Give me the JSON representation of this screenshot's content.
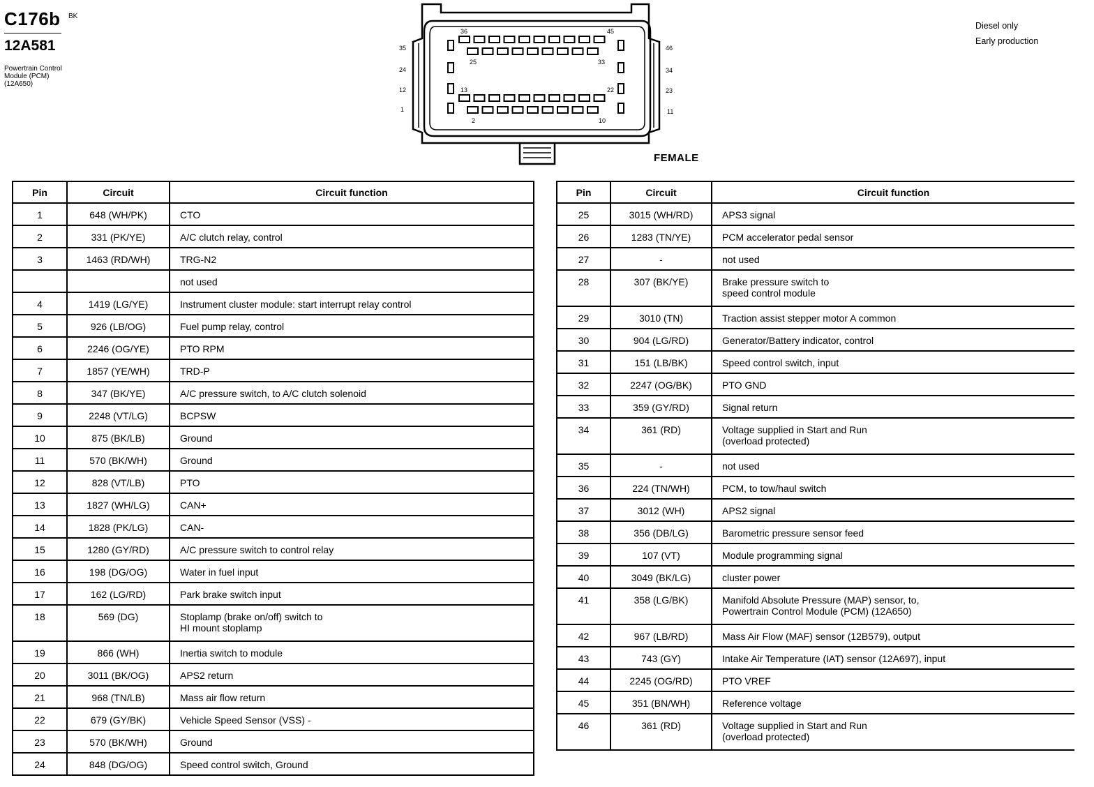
{
  "header": {
    "code": "C176b",
    "code_sub": "BK",
    "part": "12A581",
    "desc_lines": [
      "Powertrain Control",
      "Module (PCM)",
      "(12A650)"
    ]
  },
  "note": {
    "line1": "Diesel only",
    "line2": "Early production"
  },
  "connector": {
    "view_label": "FEMALE",
    "labels": {
      "p36": "36",
      "p45": "45",
      "p25": "25",
      "p33": "33",
      "p13": "13",
      "p22": "22",
      "p2": "2",
      "p10": "10",
      "l35": "35",
      "l24": "24",
      "l12": "12",
      "l1": "1",
      "r46": "46",
      "r34": "34",
      "r23": "23",
      "r11": "11"
    }
  },
  "table": {
    "headers": {
      "pin": "Pin",
      "circuit": "Circuit",
      "function": "Circuit function"
    }
  },
  "left_rows": [
    {
      "pin": "1",
      "circuit": "648 (WH/PK)",
      "function": "CTO"
    },
    {
      "pin": "2",
      "circuit": "331 (PK/YE)",
      "function": "A/C clutch relay, control"
    },
    {
      "pin": "3",
      "circuit": "1463 (RD/WH)",
      "function": "TRG-N2"
    },
    {
      "pin": "",
      "circuit": "",
      "function": "not used"
    },
    {
      "pin": "4",
      "circuit": "1419 (LG/YE)",
      "function": "Instrument cluster module: start interrupt relay control"
    },
    {
      "pin": "5",
      "circuit": "926 (LB/OG)",
      "function": "Fuel pump relay, control"
    },
    {
      "pin": "6",
      "circuit": "2246 (OG/YE)",
      "function": "PTO RPM"
    },
    {
      "pin": "7",
      "circuit": "1857 (YE/WH)",
      "function": "TRD-P"
    },
    {
      "pin": "8",
      "circuit": "347 (BK/YE)",
      "function": "A/C pressure switch, to A/C clutch solenoid"
    },
    {
      "pin": "9",
      "circuit": "2248 (VT/LG)",
      "function": "BCPSW"
    },
    {
      "pin": "10",
      "circuit": "875 (BK/LB)",
      "function": "Ground"
    },
    {
      "pin": "11",
      "circuit": "570 (BK/WH)",
      "function": "Ground"
    },
    {
      "pin": "12",
      "circuit": "828 (VT/LB)",
      "function": "PTO"
    },
    {
      "pin": "13",
      "circuit": "1827 (WH/LG)",
      "function": "CAN+"
    },
    {
      "pin": "14",
      "circuit": "1828 (PK/LG)",
      "function": "CAN-"
    },
    {
      "pin": "15",
      "circuit": "1280 (GY/RD)",
      "function": "A/C pressure switch to control relay"
    },
    {
      "pin": "16",
      "circuit": "198 (DG/OG)",
      "function": "Water in fuel input"
    },
    {
      "pin": "17",
      "circuit": "162 (LG/RD)",
      "function": "Park brake switch input"
    },
    {
      "pin": "18",
      "circuit": "569 (DG)",
      "function": "Stoplamp (brake on/off) switch to",
      "function2": "HI mount stoplamp"
    },
    {
      "pin": "19",
      "circuit": "866 (WH)",
      "function": "Inertia switch to module"
    },
    {
      "pin": "20",
      "circuit": "3011 (BK/OG)",
      "function": "APS2 return"
    },
    {
      "pin": "21",
      "circuit": "968 (TN/LB)",
      "function": "Mass air flow return"
    },
    {
      "pin": "22",
      "circuit": "679 (GY/BK)",
      "function": "Vehicle Speed Sensor (VSS) -"
    },
    {
      "pin": "23",
      "circuit": "570 (BK/WH)",
      "function": "Ground"
    },
    {
      "pin": "24",
      "circuit": "848 (DG/OG)",
      "function": "Speed control switch, Ground"
    }
  ],
  "right_rows": [
    {
      "pin": "25",
      "circuit": "3015 (WH/RD)",
      "function": "APS3 signal"
    },
    {
      "pin": "26",
      "circuit": "1283 (TN/YE)",
      "function": "PCM accelerator pedal sensor"
    },
    {
      "pin": "27",
      "circuit": "-",
      "function": "not used"
    },
    {
      "pin": "28",
      "circuit": "307 (BK/YE)",
      "function": "Brake pressure switch to",
      "function2": "speed control module"
    },
    {
      "pin": "29",
      "circuit": "3010 (TN)",
      "function": "Traction assist stepper motor A common"
    },
    {
      "pin": "30",
      "circuit": "904 (LG/RD)",
      "function": "Generator/Battery indicator, control"
    },
    {
      "pin": "31",
      "circuit": "151 (LB/BK)",
      "function": "Speed control switch, input"
    },
    {
      "pin": "32",
      "circuit": "2247 (OG/BK)",
      "function": "PTO GND"
    },
    {
      "pin": "33",
      "circuit": "359 (GY/RD)",
      "function": "Signal return"
    },
    {
      "pin": "34",
      "circuit": "361 (RD)",
      "function": "Voltage supplied in Start and Run",
      "function2": "(overload protected)"
    },
    {
      "pin": "35",
      "circuit": "-",
      "function": "not used"
    },
    {
      "pin": "36",
      "circuit": "224 (TN/WH)",
      "function": "PCM, to tow/haul switch"
    },
    {
      "pin": "37",
      "circuit": "3012 (WH)",
      "function": "APS2 signal"
    },
    {
      "pin": "38",
      "circuit": "356 (DB/LG)",
      "function": "Barometric pressure sensor feed"
    },
    {
      "pin": "39",
      "circuit": "107 (VT)",
      "function": "Module programming signal"
    },
    {
      "pin": "40",
      "circuit": "3049 (BK/LG)",
      "function": "cluster power"
    },
    {
      "pin": "41",
      "circuit": "358 (LG/BK)",
      "function": "Manifold Absolute Pressure (MAP) sensor, to,",
      "function2": "Powertrain Control Module (PCM) (12A650)"
    },
    {
      "pin": "42",
      "circuit": "967 (LB/RD)",
      "function": "Mass Air Flow (MAF) sensor (12B579), output"
    },
    {
      "pin": "43",
      "circuit": "743 (GY)",
      "function": "Intake Air Temperature (IAT) sensor (12A697), input"
    },
    {
      "pin": "44",
      "circuit": "2245 (OG/RD)",
      "function": "PTO VREF"
    },
    {
      "pin": "45",
      "circuit": "351 (BN/WH)",
      "function": "Reference voltage"
    },
    {
      "pin": "46",
      "circuit": "361 (RD)",
      "function": "Voltage supplied in Start and Run",
      "function2": "(overload protected)"
    }
  ]
}
